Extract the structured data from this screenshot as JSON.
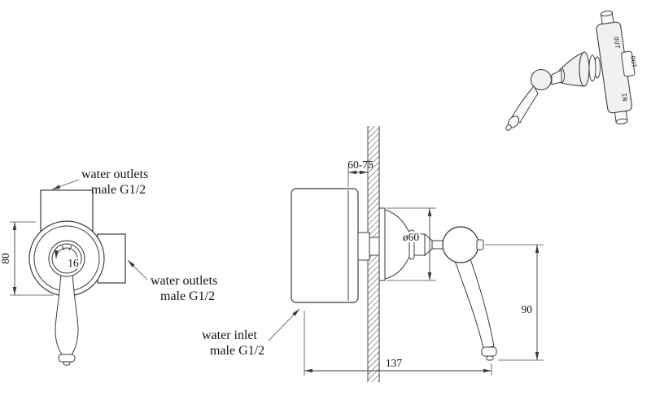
{
  "colors": {
    "ink": "#3a3a3a",
    "background": "#ffffff"
  },
  "front_view": {
    "outlet_top_label": [
      "water outlets",
      "male G1/2"
    ],
    "outlet_right_label": [
      "water outlets",
      "male G1/2"
    ],
    "dim_height": "80",
    "dim_hub": "16"
  },
  "side_view": {
    "inlet_label": [
      "water inlet",
      "male G1/2"
    ],
    "dim_wall_depth": "60-75",
    "dim_plate_diameter": "ø60",
    "dim_handle_length": "90",
    "dim_total_depth": "137"
  },
  "iso_view": {
    "port_out_top": "OUT",
    "port_out_side": "OUT",
    "port_in": "IN"
  }
}
